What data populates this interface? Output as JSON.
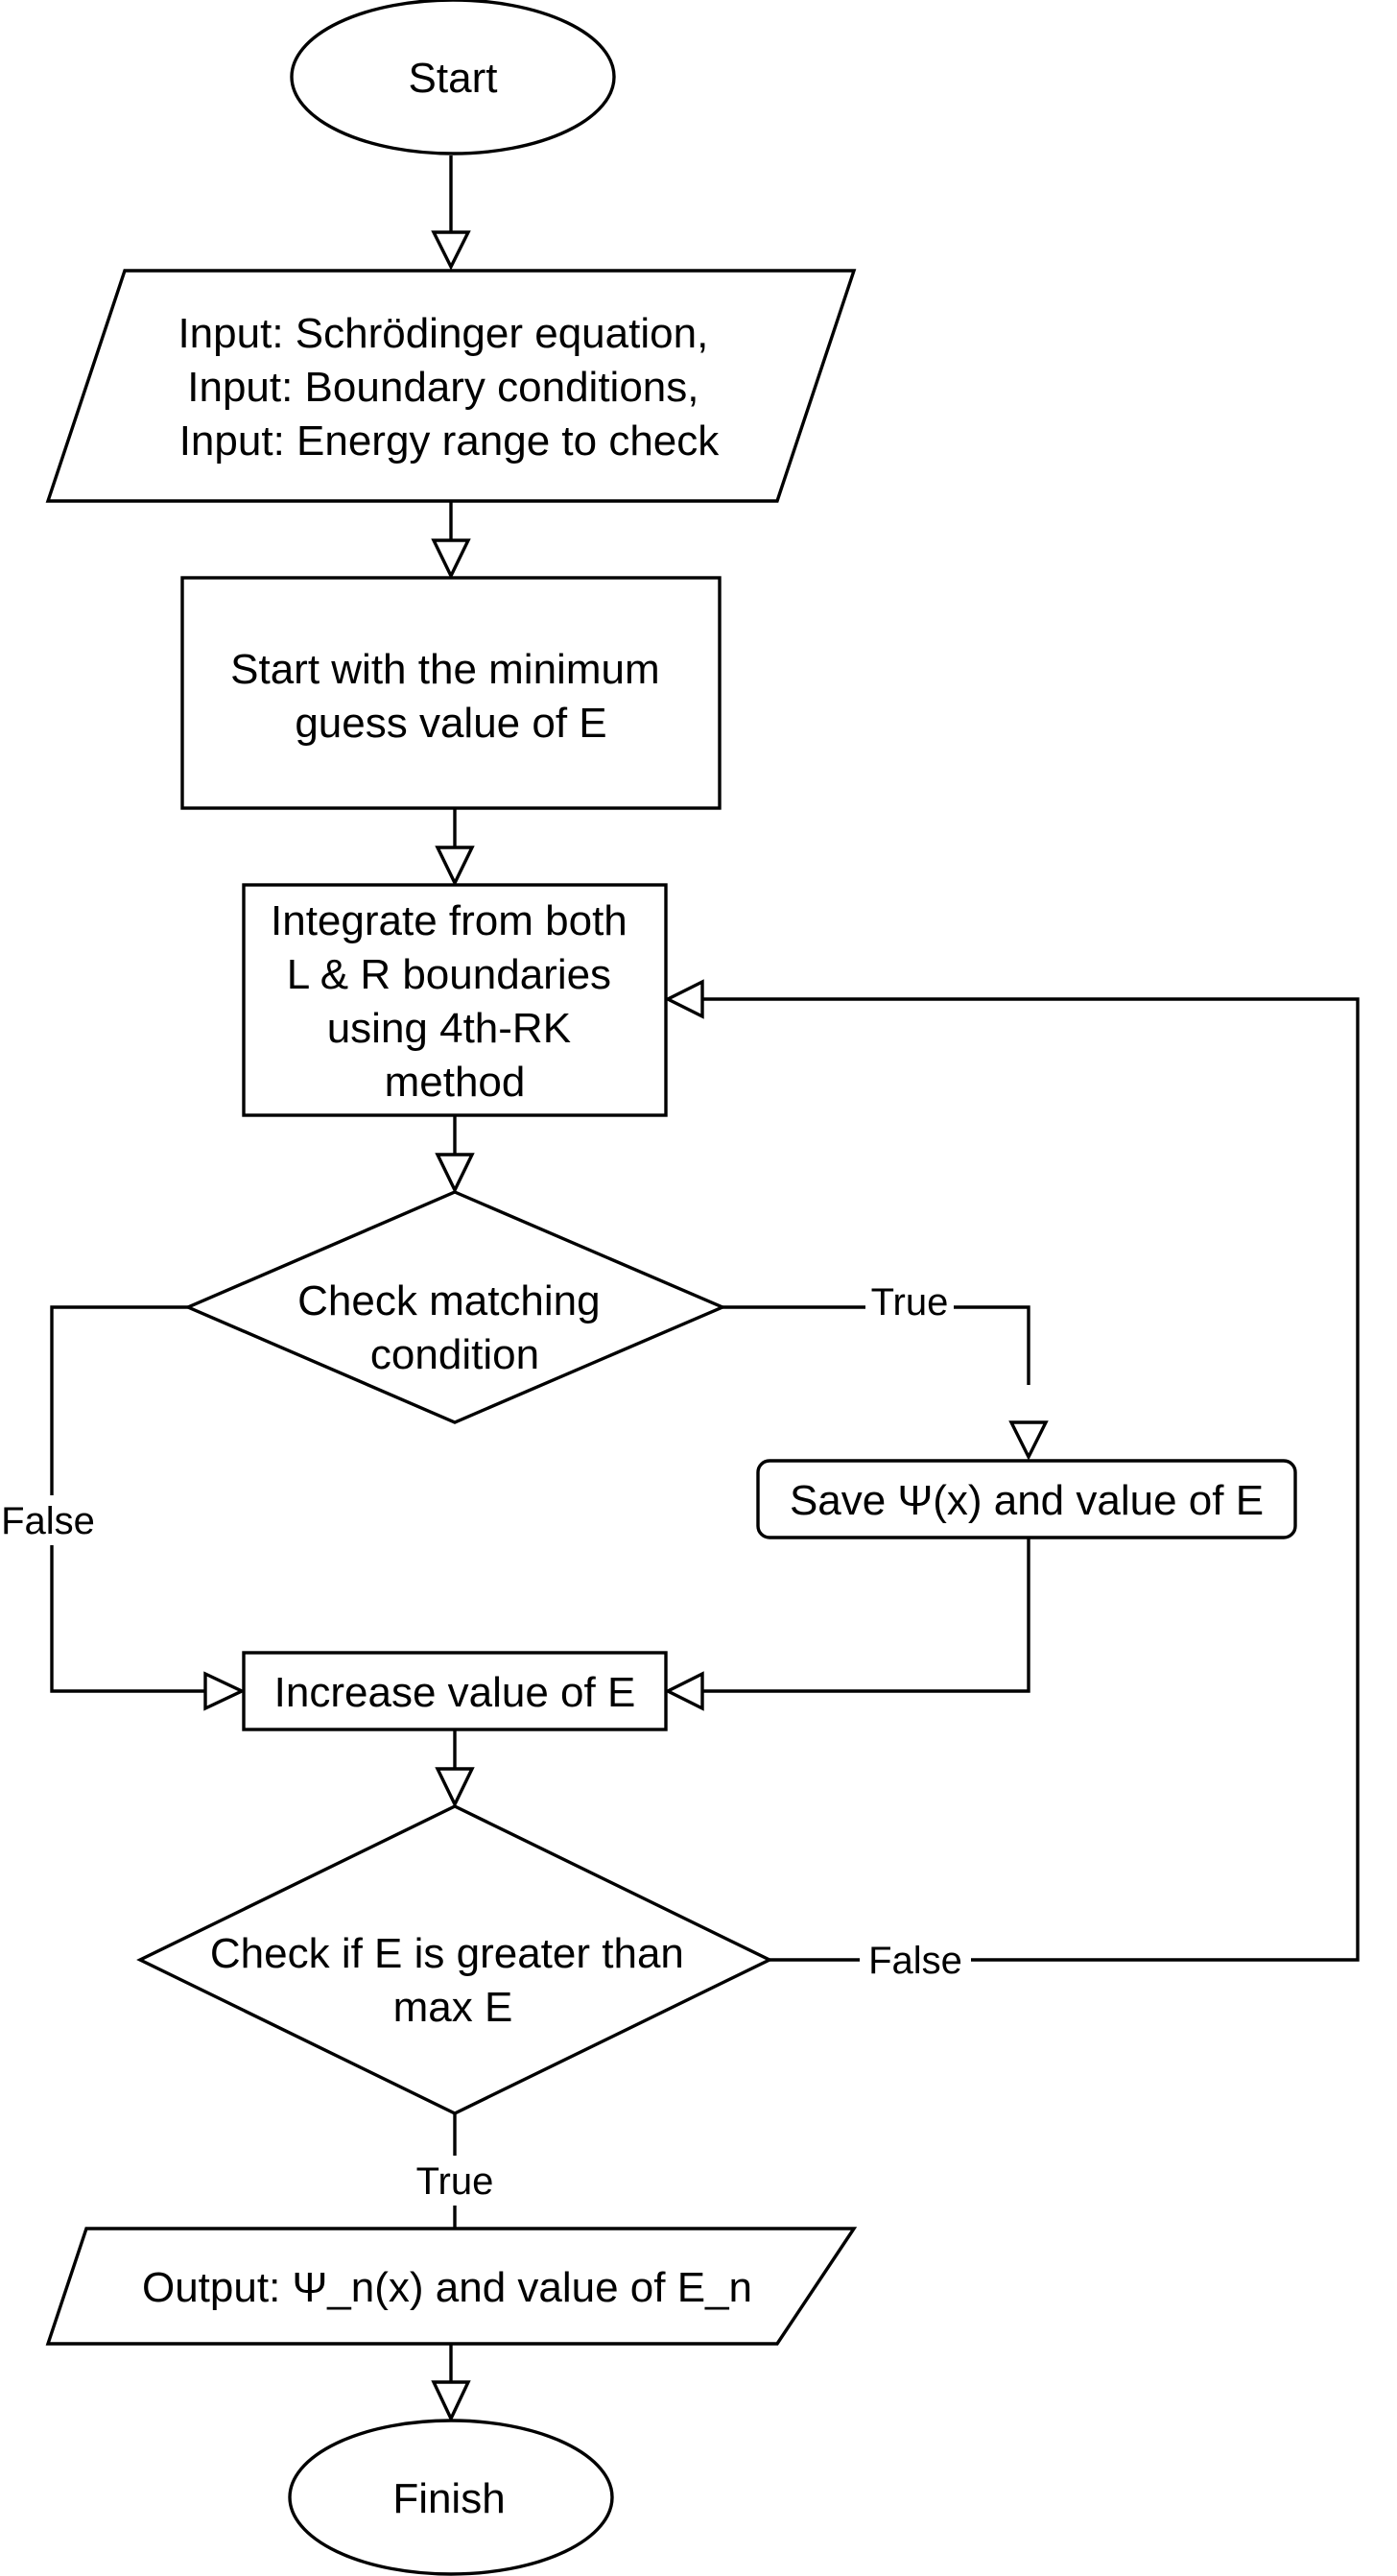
{
  "diagram": {
    "nodes": {
      "start": {
        "lines": [
          "Start"
        ]
      },
      "input": {
        "lines": [
          "Input: Schrödinger equation,",
          "Input: Boundary conditions,",
          "Input: Energy range to check"
        ]
      },
      "init": {
        "lines": [
          "Start with the minimum",
          "guess value of E"
        ]
      },
      "integrate": {
        "lines": [
          "Integrate from both",
          "L & R boundaries",
          "using 4th-RK",
          "method"
        ]
      },
      "match": {
        "lines": [
          "Check matching",
          "condition"
        ]
      },
      "save": {
        "lines": [
          "Save Ψ(x) and value of E"
        ]
      },
      "increase": {
        "lines": [
          "Increase value of E"
        ]
      },
      "check_max": {
        "lines": [
          "Check if E is greater than",
          "max E"
        ]
      },
      "output": {
        "lines": [
          "Output: Ψ_n(x) and value of E_n"
        ]
      },
      "finish": {
        "lines": [
          "Finish"
        ]
      }
    },
    "edges": {
      "match_true": "True",
      "match_false": "False",
      "max_false": "False",
      "max_true": "True"
    }
  }
}
